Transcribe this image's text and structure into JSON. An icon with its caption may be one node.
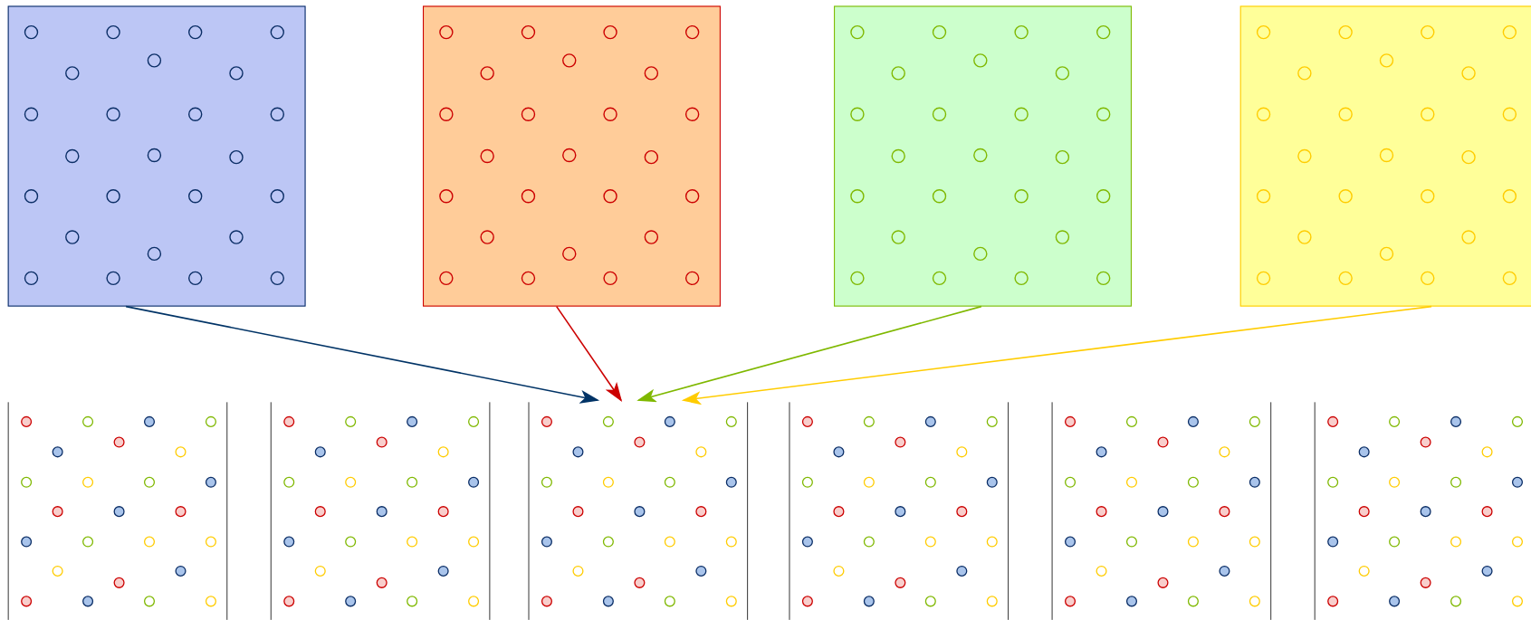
{
  "diagram": {
    "nodes": [
      {
        "text": [],
        "shape": "box"
      },
      {
        "text": [],
        "shape": "box"
      },
      {
        "text": [],
        "shape": "box"
      },
      {
        "text": [],
        "shape": "box"
      },
      {
        "text": [],
        "shape": "box"
      },
      {
        "text": [],
        "shape": "box"
      },
      {
        "text": [],
        "shape": "box"
      },
      {
        "text": [],
        "shape": "box"
      },
      {
        "text": [],
        "shape": "box"
      },
      {
        "text": [],
        "shape": "box"
      }
    ],
    "edges": [
      {
        "from": 0,
        "to": 6,
        "arrow": "to",
        "color": "#003366"
      },
      {
        "from": 1,
        "to": 6,
        "arrow": "to",
        "color": "#cc0000"
      },
      {
        "from": 2,
        "to": 6,
        "arrow": "to",
        "color": "#7fb800"
      },
      {
        "from": 3,
        "to": 6,
        "arrow": "to",
        "color": "#ffcc00"
      }
    ]
  }
}
